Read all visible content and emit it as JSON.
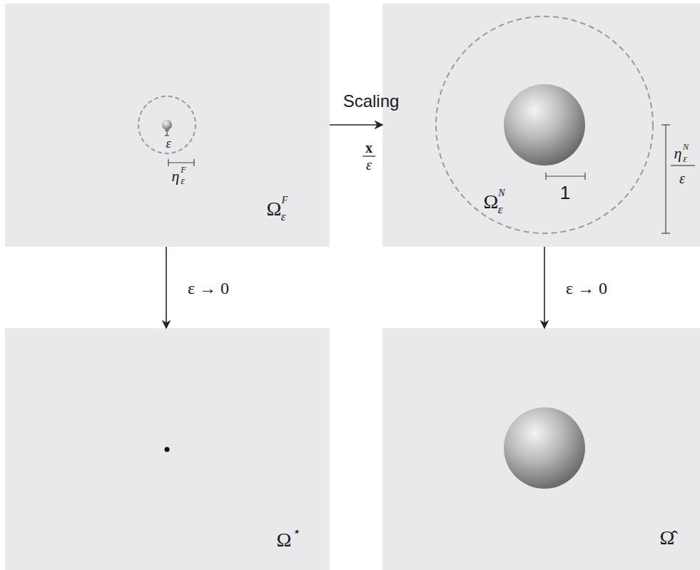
{
  "diagram": {
    "nodes": [
      {
        "text": [
          "Ω",
          "ε",
          "F"
        ]
      },
      {
        "text": [
          "Ω",
          "ε",
          "N"
        ]
      },
      {
        "text": [
          "Ω",
          "⋆"
        ]
      },
      {
        "text": [
          "Ω̂"
        ]
      }
    ],
    "edges": [
      {
        "from": 0,
        "to": 1,
        "arrow": "to",
        "label": "Scaling"
      },
      {
        "from": 0,
        "to": 2,
        "arrow": "to",
        "label": "ε → 0"
      },
      {
        "from": 1,
        "to": 3,
        "arrow": "to",
        "label": "ε → 0"
      }
    ],
    "labels": [
      "x",
      "ε",
      "ε",
      "η",
      "ε",
      "F",
      "1",
      "η",
      "ε",
      "N",
      "ε"
    ]
  }
}
